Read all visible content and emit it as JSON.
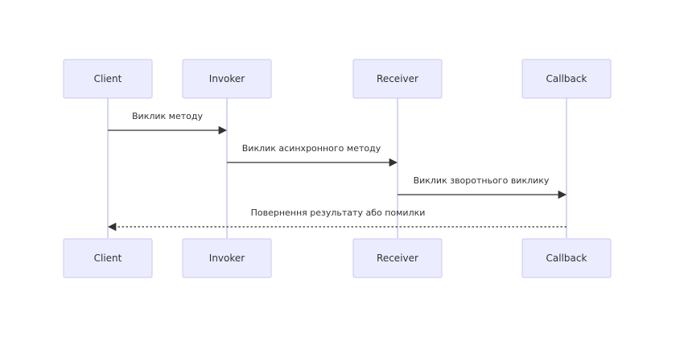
{
  "participants": [
    {
      "id": "client",
      "label": "Client"
    },
    {
      "id": "invoker",
      "label": "Invoker"
    },
    {
      "id": "receiver",
      "label": "Receiver"
    },
    {
      "id": "callback",
      "label": "Callback"
    }
  ],
  "messages": [
    {
      "from": "client",
      "to": "invoker",
      "label": "Виклик методу",
      "style": "solid"
    },
    {
      "from": "invoker",
      "to": "receiver",
      "label": "Виклик асинхронного методу",
      "style": "solid"
    },
    {
      "from": "receiver",
      "to": "callback",
      "label": "Виклик зворотнього виклику",
      "style": "solid"
    },
    {
      "from": "callback",
      "to": "client",
      "label": "Повернення результату або помилки",
      "style": "dotted"
    }
  ],
  "colors": {
    "actor_fill": "#ECECFF",
    "actor_border": "#C9C9F0",
    "lifeline": "#C8C8EE",
    "message_line": "#333333",
    "text": "#333333"
  }
}
